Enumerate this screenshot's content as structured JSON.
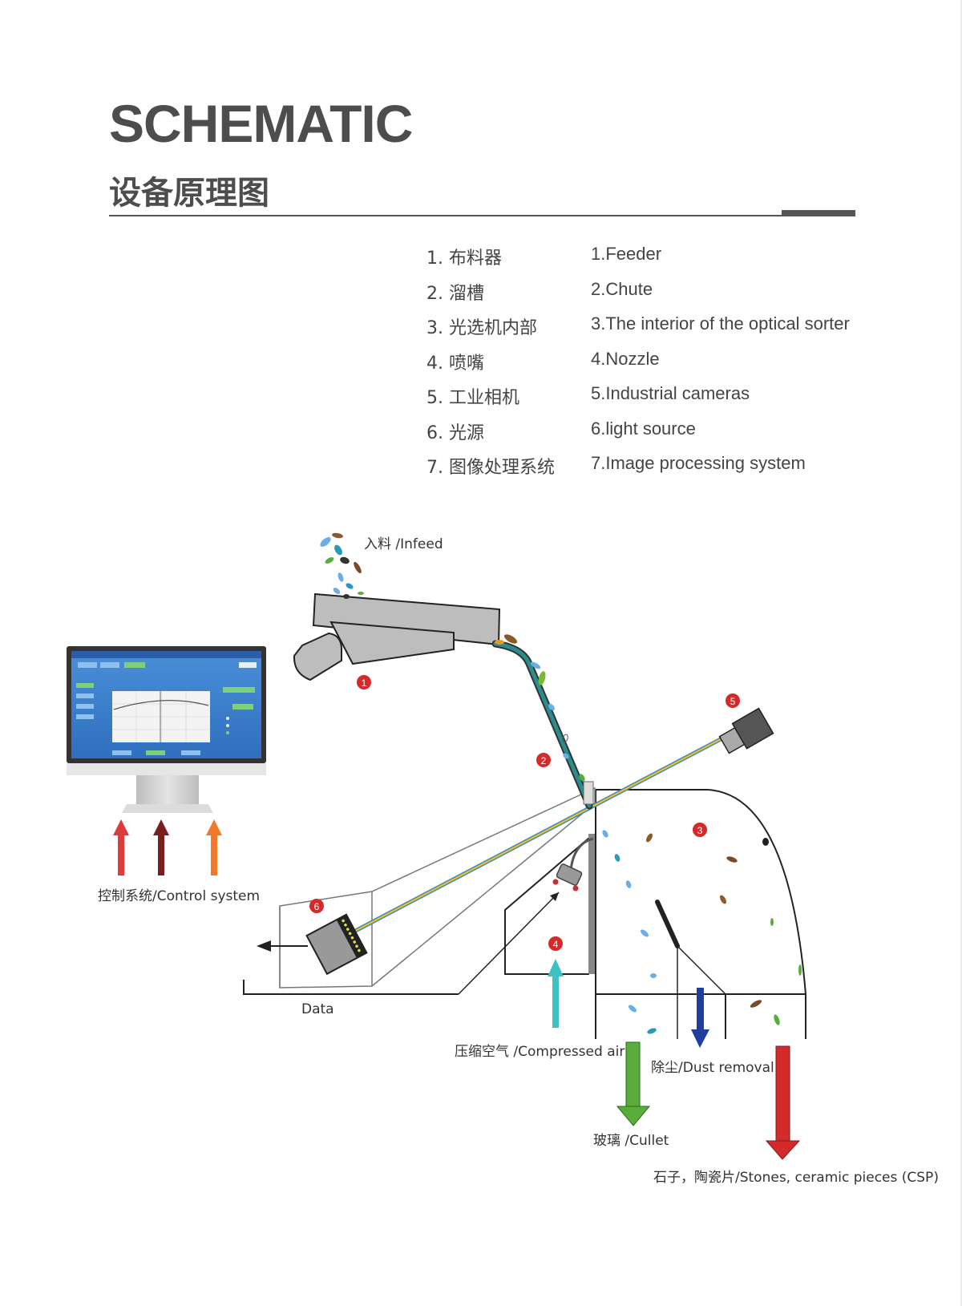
{
  "header": {
    "title": "SCHEMATIC",
    "subtitle": "设备原理图"
  },
  "legend": [
    {
      "zh": "1. 布料器",
      "en": "1.Feeder"
    },
    {
      "zh": "2. 溜槽",
      "en": "2.Chute"
    },
    {
      "zh": "3. 光选机内部",
      "en": "3.The interior of the optical sorter"
    },
    {
      "zh": "4. 喷嘴",
      "en": "4.Nozzle"
    },
    {
      "zh": "5. 工业相机",
      "en": "5.Industrial cameras"
    },
    {
      "zh": "6. 光源",
      "en": "6.light source"
    },
    {
      "zh": "7. 图像处理系统",
      "en": "7.Image processing system"
    }
  ],
  "diagram": {
    "infeed_label": "入料 /Infeed",
    "control_label": "控制系统/Control system",
    "data_label": "Data",
    "air_label": "压缩空气 /Compressed air",
    "dust_label": "除尘/Dust removal",
    "cullet_label": "玻璃 /Cullet",
    "csp_label": "石子，陶瓷片/Stones, ceramic pieces (CSP)",
    "markers": [
      "1",
      "2",
      "3",
      "4",
      "5",
      "6"
    ],
    "colors": {
      "marker": "#d42a2a",
      "chute": "#2a8c8c",
      "arrow_red": "#e03a3a",
      "arrow_maroon": "#7a1f1f",
      "arrow_orange": "#f07a2a",
      "air": "#3cc2c2",
      "dust": "#1f3f9e",
      "cullet": "#5aad3a",
      "csp": "#d42a2a",
      "monitor_screen": "#3a7fcf"
    }
  }
}
